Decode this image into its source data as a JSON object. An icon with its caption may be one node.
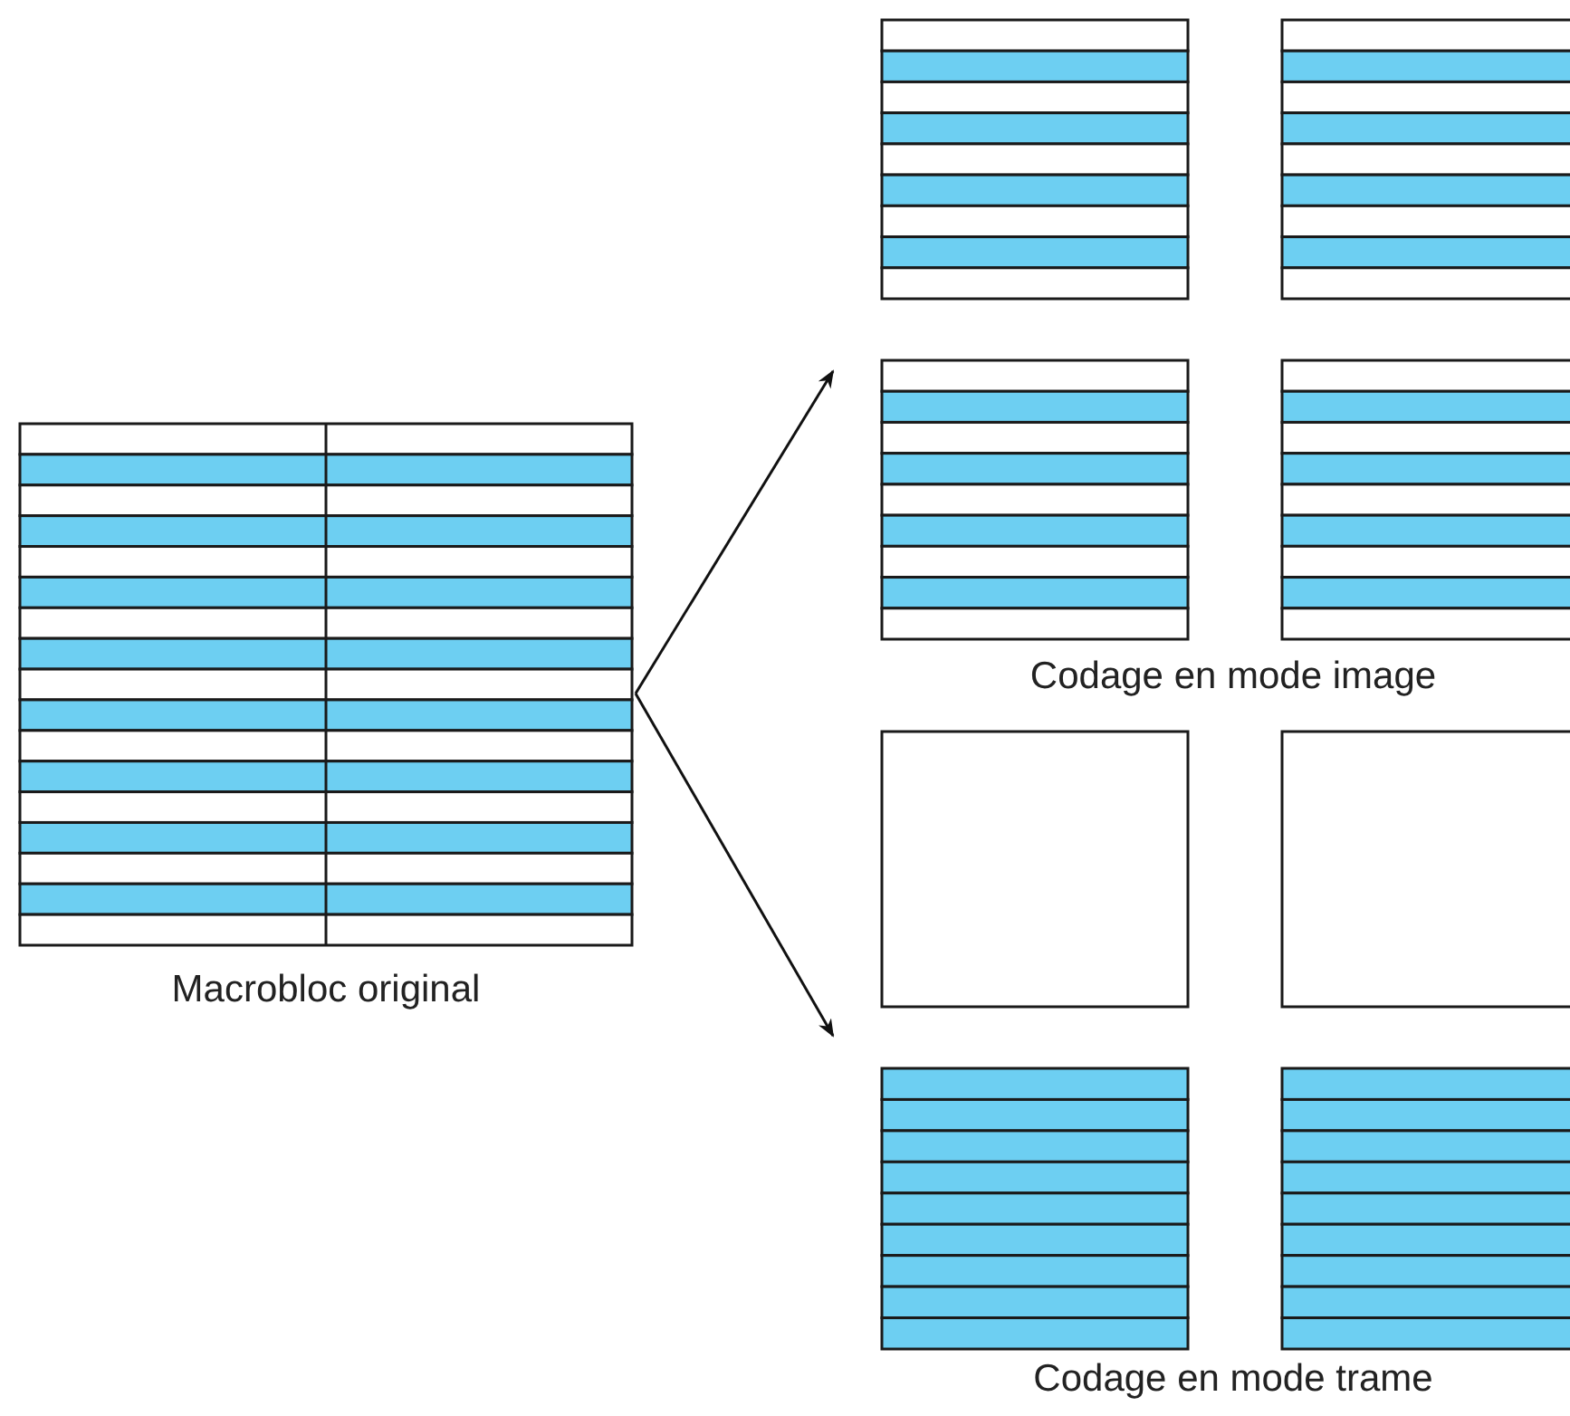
{
  "diagram": {
    "nodes": [
      {
        "text": [
          "Macrobloc original"
        ]
      },
      {
        "text": [
          "Codage en mode image"
        ]
      },
      {
        "text": [
          "Codage en mode trame"
        ]
      }
    ],
    "edges": [
      {
        "from": 0,
        "to": 1,
        "arrow": "to"
      },
      {
        "from": 0,
        "to": 2,
        "arrow": "to"
      }
    ]
  }
}
